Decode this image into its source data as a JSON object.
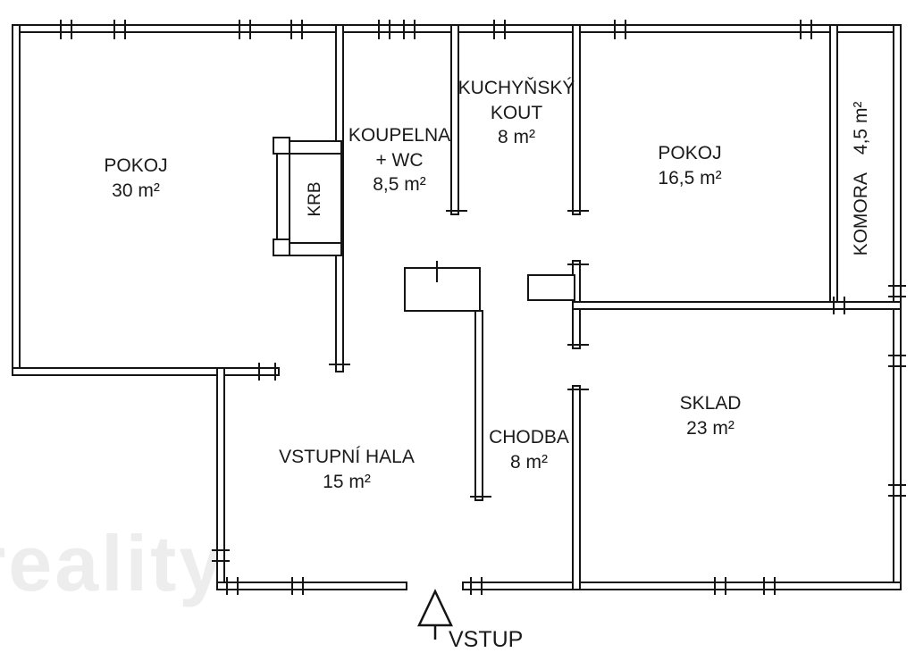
{
  "floorplan": {
    "watermark": "reality",
    "rooms": {
      "pokoj1": {
        "name": "POKOJ",
        "area": "30 m²"
      },
      "koupelna": {
        "line1": "KOUPELNA",
        "line2": "+ WC",
        "area": "8,5 m²"
      },
      "kuchyna": {
        "line1": "KUCHYŇSKÝ",
        "line2": "KOUT",
        "area": "8 m²"
      },
      "pokoj2": {
        "name": "POKOJ",
        "area": "16,5 m²"
      },
      "komora": {
        "name": "KOMORA",
        "area": "4,5 m²"
      },
      "hala": {
        "name": "VSTUPNÍ HALA",
        "area": "15 m²"
      },
      "chodba": {
        "name": "CHODBA",
        "area": "8 m²"
      },
      "sklad": {
        "name": "SKLAD",
        "area": "23 m²"
      }
    },
    "fireplace_label": "KRB",
    "entrance_label": "VSTUP",
    "colors": {
      "wall": "#141414",
      "background": "#ffffff",
      "text": "#1a1a1a"
    }
  }
}
